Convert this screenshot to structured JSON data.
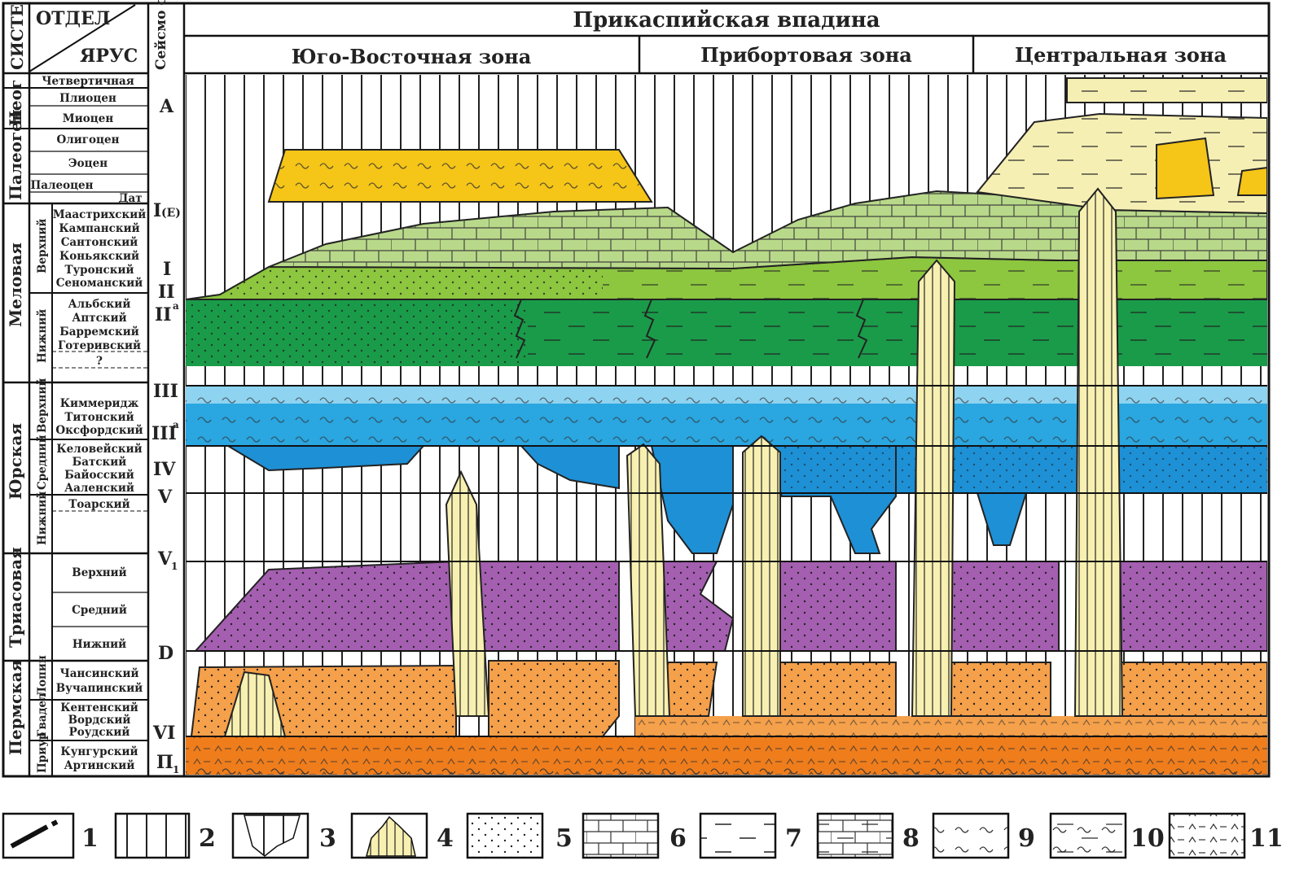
{
  "header": {
    "system_col": "СИСТЕ",
    "dept_col": "ОТДЕЛ",
    "stage_col": "ЯРУС",
    "seismo_col": "Сейсмо страти",
    "basin_title": "Прикаспийская впадина",
    "zones": [
      "Юго-Восточная зона",
      "Прибортовая зона",
      "Центральная зона"
    ]
  },
  "systems": [
    "Неог",
    "Палеоген",
    "Меловая",
    "Юрская",
    "Триасовая",
    "Пермская"
  ],
  "departments": [
    "Верхний",
    "Нижний",
    "Верхний",
    "Средний",
    "Нижний",
    "Лопин",
    "Гвадел",
    "Приур"
  ],
  "stages": [
    "Четвертичная",
    "Плиоцен",
    "Миоцен",
    "Олигоцен",
    "Эоцен",
    "Палеоцен",
    "Дат",
    "Маастрихский",
    "Кампанский",
    "Сантонский",
    "Коньякский",
    "Туронский",
    "Сеноманский",
    "Альбский",
    "Аптский",
    "Барремский",
    "Готеривский",
    "?",
    "Киммеридж",
    "Титонский",
    "Оксфордский",
    "Келовейский",
    "Батский",
    "Байосский",
    "Ааленский",
    "Тоарский",
    "Верхний",
    "Средний",
    "Нижний",
    "Чансинский",
    "Вучапинский",
    "Кентенский",
    "Вордский",
    "Роудский",
    "Кунгурский",
    "Артинский"
  ],
  "seismic_horizons": [
    "A",
    "I",
    "(Е)",
    "I",
    "II",
    "II",
    "a",
    "III",
    "III",
    "a",
    "IV",
    "V",
    "V",
    "1",
    "D",
    "VI",
    "П",
    "1"
  ],
  "legend": [
    "1",
    "2",
    "3",
    "4",
    "5",
    "6",
    "7",
    "8",
    "9",
    "10",
    "11"
  ],
  "colors": {
    "quaternary_yellow": "#f5c518",
    "paleogene_pale": "#f6efb4",
    "upper_cretaceous": "#b9d98a",
    "cenomanian": "#8dc63f",
    "lower_cretaceous": "#1a9b49",
    "upper_jurassic_light": "#8ed3f0",
    "upper_jurassic": "#2aa6e0",
    "middle_jurassic": "#1e90d6",
    "triassic": "#a45fb0",
    "permian_upper": "#f5a04a",
    "permian_lower": "#ef7d1c",
    "diapir": "#f8f0b0"
  }
}
